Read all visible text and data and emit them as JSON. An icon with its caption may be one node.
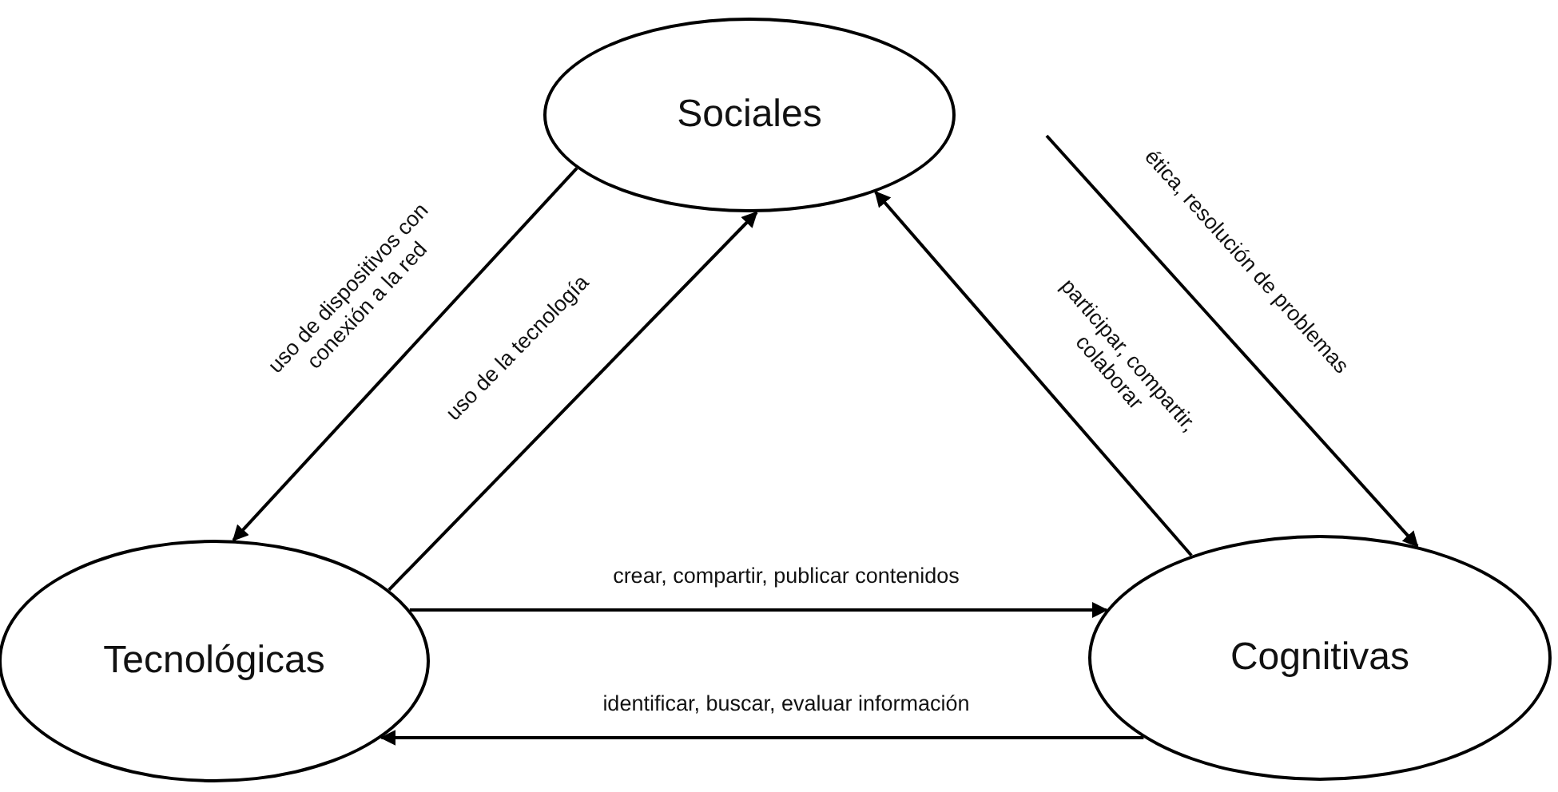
{
  "diagram": {
    "nodes": [
      {
        "text": [
          "Sociales"
        ]
      },
      {
        "text": [
          "Tecnológicas"
        ]
      },
      {
        "text": [
          "Cognitivas"
        ]
      }
    ],
    "edges": [
      {
        "from": 0,
        "to": 1,
        "arrow": "to",
        "label": "uso de dispositivos con conexión a la red"
      },
      {
        "from": 1,
        "to": 0,
        "arrow": "to",
        "label": "uso de la tecnología"
      },
      {
        "from": 0,
        "to": 2,
        "arrow": "to",
        "label": "ética, resolución de problemas"
      },
      {
        "from": 2,
        "to": 0,
        "arrow": "to",
        "label": "participar, compartir, colaborar"
      },
      {
        "from": 1,
        "to": 2,
        "arrow": "to",
        "label": "crear, compartir, publicar contenidos"
      },
      {
        "from": 2,
        "to": 1,
        "arrow": "to",
        "label": "identificar, buscar, evaluar información"
      }
    ]
  }
}
